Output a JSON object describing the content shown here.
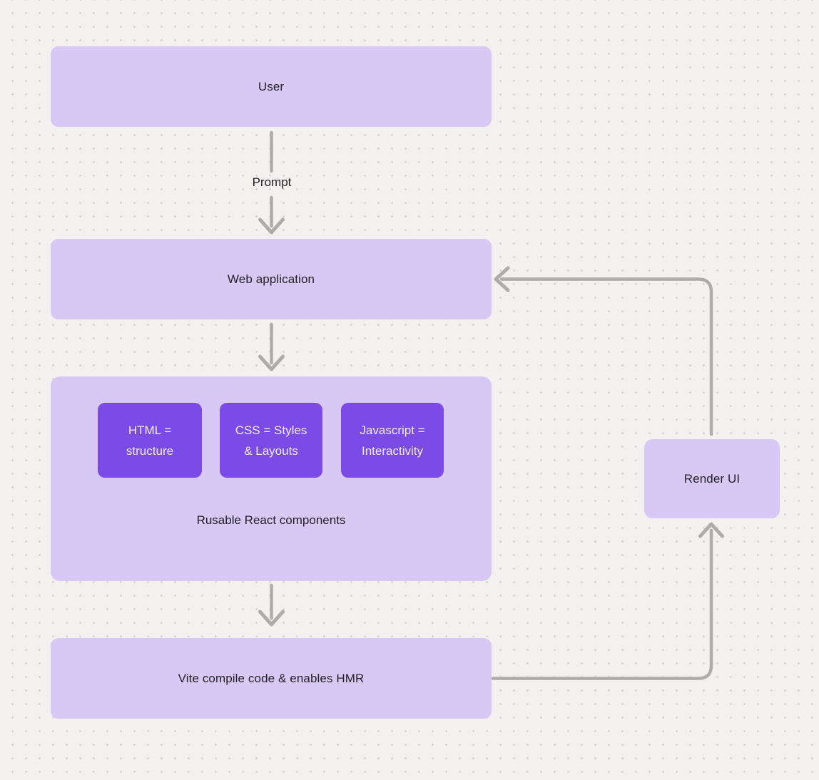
{
  "canvas": {
    "background": "#f2f1ef",
    "dot_color": "#c9c8c6"
  },
  "colors": {
    "node_light": "#d7c8f5",
    "node_dark": "#7c4be7",
    "connector": "#adacab",
    "text_dark": "#232227",
    "text_light": "#f3edfe"
  },
  "nodes": {
    "user": {
      "label": "User"
    },
    "web_application": {
      "label": "Web application"
    },
    "components_group": {
      "chips": [
        {
          "label": "HTML =\nstructure"
        },
        {
          "label": "CSS = Styles\n& Layouts"
        },
        {
          "label": "Javascript =\nInteractivity"
        }
      ],
      "caption": "Rusable React components"
    },
    "vite": {
      "label": "Vite compile code & enables HMR"
    },
    "render_ui": {
      "label": "Render UI"
    }
  },
  "edges": {
    "prompt_label": "Prompt"
  }
}
